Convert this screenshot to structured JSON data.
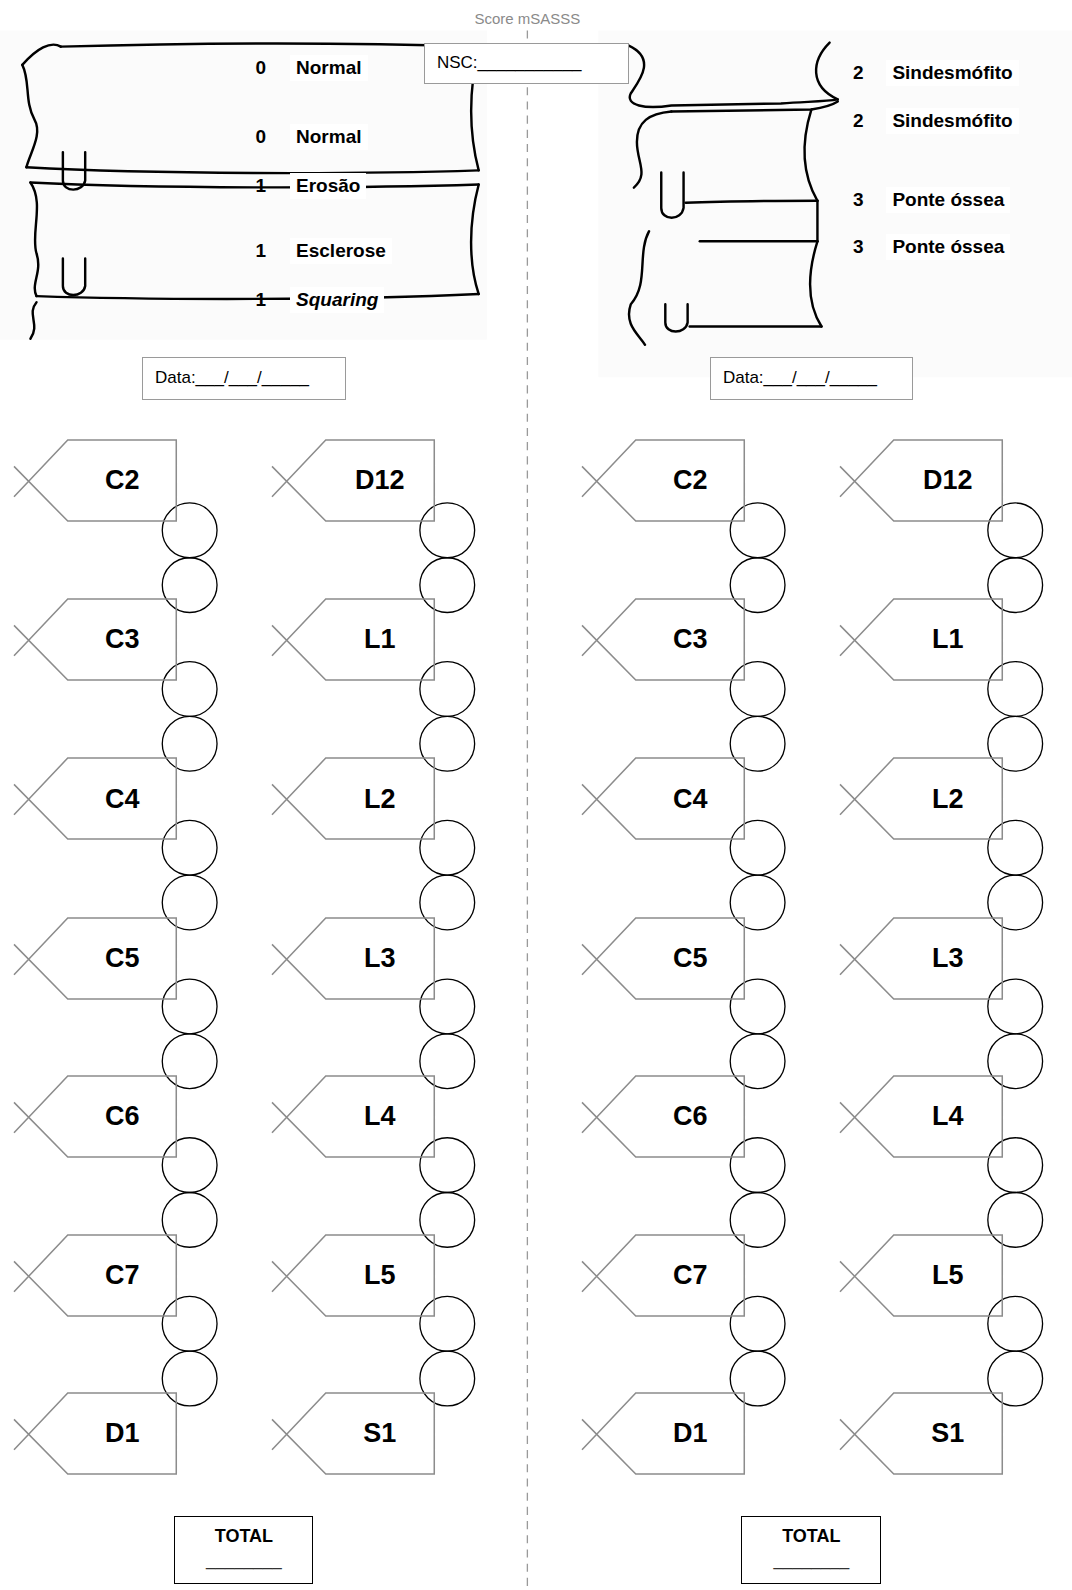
{
  "diagram": {
    "title": "Score mSASSS",
    "nodes": [
      {
        "text": [
          "NSC:___________"
        ]
      },
      {
        "text": [
          "Data:___/___/_____"
        ]
      },
      {
        "text": [
          "C2"
        ]
      },
      {
        "text": [
          "C3"
        ]
      },
      {
        "text": [
          "C4"
        ]
      },
      {
        "text": [
          "C5"
        ]
      },
      {
        "text": [
          "C6"
        ]
      },
      {
        "text": [
          "C7"
        ]
      },
      {
        "text": [
          "D1"
        ]
      },
      {
        "text": [
          "D12"
        ]
      },
      {
        "text": [
          "L1"
        ]
      },
      {
        "text": [
          "L2"
        ]
      },
      {
        "text": [
          "L3"
        ]
      },
      {
        "text": [
          "L4"
        ]
      },
      {
        "text": [
          "L5"
        ]
      },
      {
        "text": [
          "S1"
        ]
      },
      {
        "text": [
          "TOTAL",
          "________"
        ]
      },
      {
        "text": [
          "Data:___/___/_____"
        ]
      },
      {
        "text": [
          "C2"
        ]
      },
      {
        "text": [
          "C3"
        ]
      },
      {
        "text": [
          "C4"
        ]
      },
      {
        "text": [
          "C5"
        ]
      },
      {
        "text": [
          "C6"
        ]
      },
      {
        "text": [
          "C7"
        ]
      },
      {
        "text": [
          "D1"
        ]
      },
      {
        "text": [
          "D12"
        ]
      },
      {
        "text": [
          "L1"
        ]
      },
      {
        "text": [
          "L2"
        ]
      },
      {
        "text": [
          "L3"
        ]
      },
      {
        "text": [
          "L4"
        ]
      },
      {
        "text": [
          "L5"
        ]
      },
      {
        "text": [
          "S1"
        ]
      },
      {
        "text": [
          "TOTAL",
          "________"
        ]
      }
    ],
    "labels": [
      "0",
      "Normal",
      "0",
      "Normal",
      "1",
      "Erosão",
      "1",
      "Esclerose",
      "1",
      "Squaring",
      "2",
      "Sindesmófito",
      "2",
      "Sindesmófito",
      "3",
      "Ponte óssea",
      "3",
      "Ponte óssea"
    ]
  }
}
